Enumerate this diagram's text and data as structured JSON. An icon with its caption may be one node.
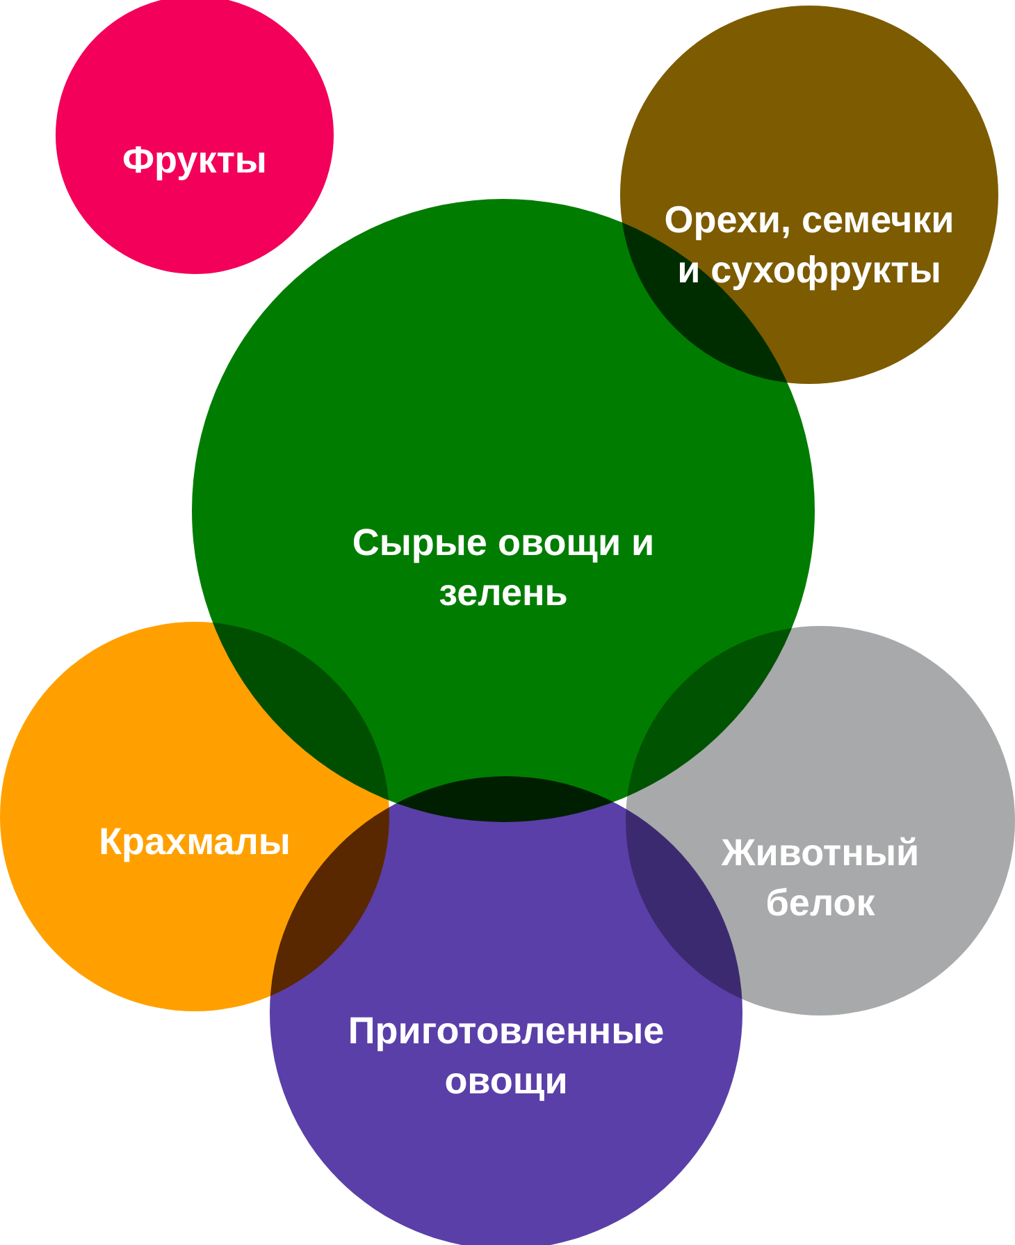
{
  "diagram": {
    "nodes": [
      {
        "text": [
          "Фрукты"
        ]
      },
      {
        "text": [
          "Орехи, семечки и сухофрукты"
        ]
      },
      {
        "text": [
          "Сырые овощи и зелень"
        ]
      },
      {
        "text": [
          "Крахмалы"
        ]
      },
      {
        "text": [
          "Животный белок"
        ]
      },
      {
        "text": [
          "Приготовленные овощи"
        ]
      }
    ]
  }
}
